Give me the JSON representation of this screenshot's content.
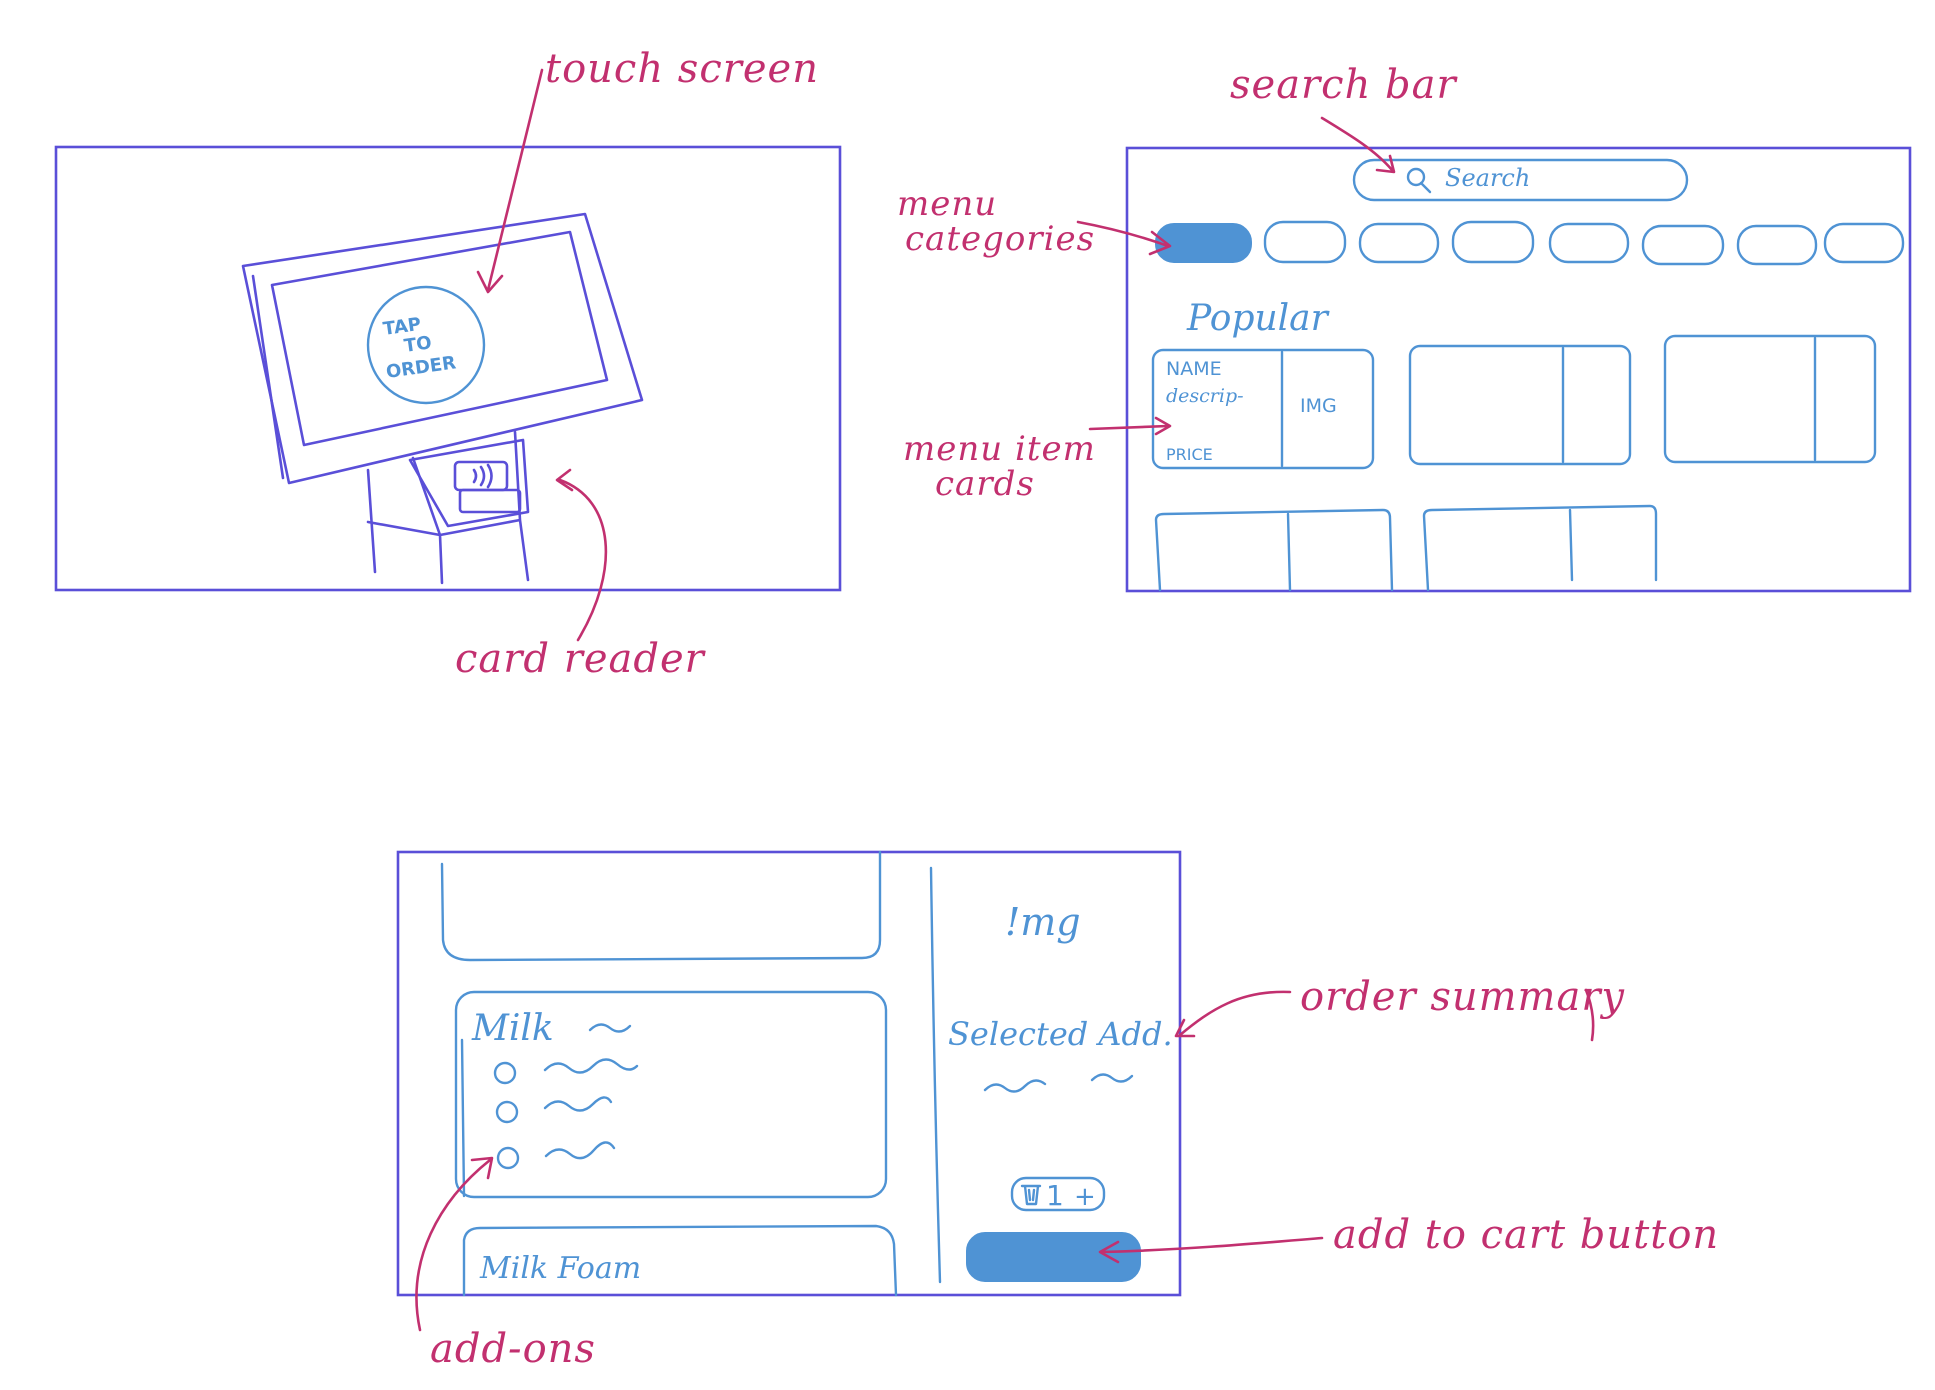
{
  "annotations": {
    "touch_screen": "touch screen",
    "card_reader": "card reader",
    "search_bar": "search bar",
    "menu_categories_line1": "menu",
    "menu_categories_line2": "categories",
    "menu_item_cards_line1": "menu item",
    "menu_item_cards_line2": "cards",
    "order_summary": "order summary",
    "add_to_cart_button": "add to cart button",
    "add_ons": "add-ons"
  },
  "kiosk": {
    "tap_line1": "TAP",
    "tap_line2": "TO",
    "tap_line3": "ORDER"
  },
  "menu_screen": {
    "search_placeholder": "Search",
    "section_title": "Popular",
    "card_name": "NAME",
    "card_description": "descrip-",
    "card_price": "PRICE",
    "card_image": "IMG"
  },
  "detail_screen": {
    "image_label": "!mg",
    "selected_label": "Selected Add.",
    "addon_group_1": "Milk",
    "addon_group_2": "Milk Foam",
    "quantity": "1",
    "quantity_plus": "+"
  },
  "colors": {
    "frame": "#5a4fd8",
    "ui_ink": "#4f93d4",
    "annotation": "#c2306f"
  }
}
